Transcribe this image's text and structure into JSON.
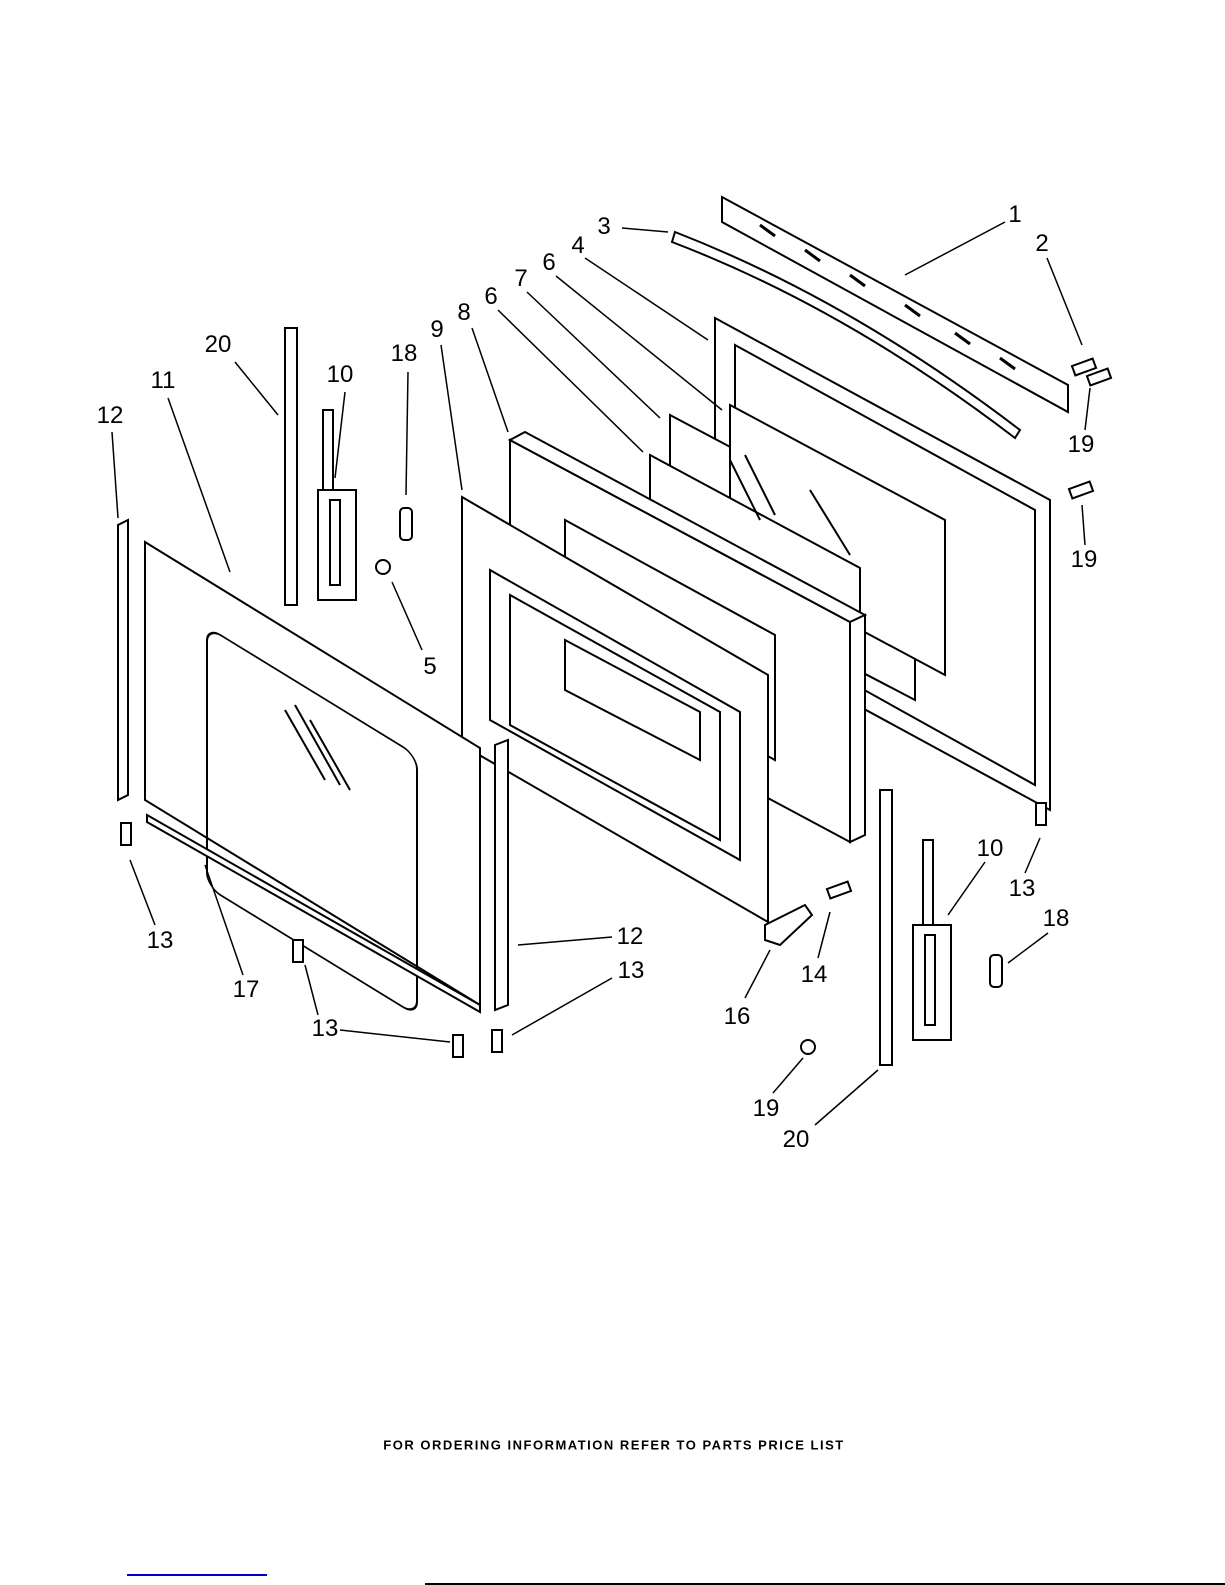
{
  "diagram": {
    "callouts": [
      "1",
      "2",
      "3",
      "4",
      "6",
      "7",
      "6",
      "8",
      "9",
      "20",
      "11",
      "10",
      "18",
      "12",
      "19",
      "19",
      "5",
      "10",
      "13",
      "18",
      "12",
      "13",
      "13",
      "14",
      "17",
      "16",
      "13",
      "19",
      "20"
    ]
  },
  "footer": {
    "text": "FOR ORDERING INFORMATION REFER TO PARTS PRICE LIST"
  }
}
